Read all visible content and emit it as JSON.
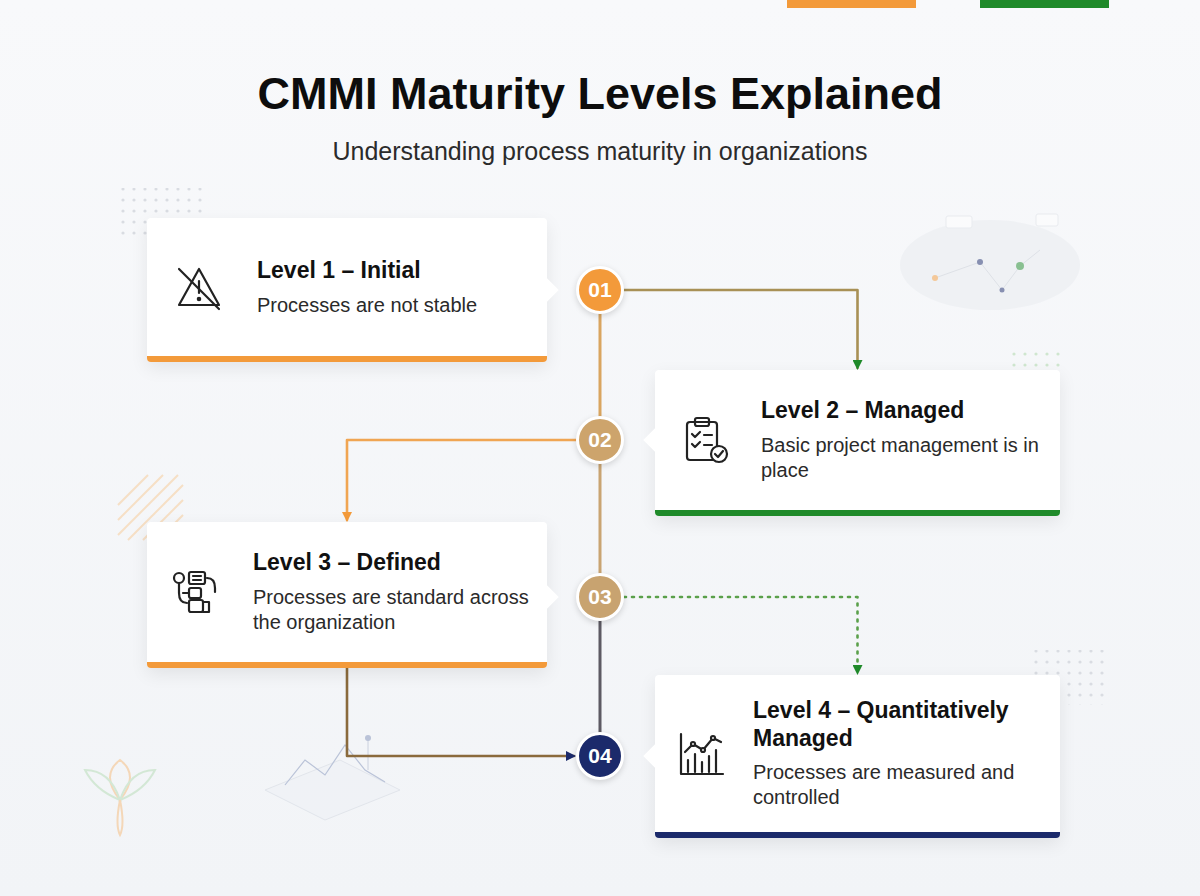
{
  "diagram": {
    "title": "CMMI Maturity Levels Explained",
    "caption": "Understanding process maturity in organizations",
    "nodes": [
      {
        "text": [
          "Level 1 – Initial",
          "Processes are not stable"
        ]
      },
      {
        "text": [
          "01"
        ]
      },
      {
        "text": [
          "02"
        ]
      },
      {
        "text": [
          "Level 2 – Managed",
          "Basic project management is in place"
        ]
      },
      {
        "text": [
          "Level 3 – Defined",
          "Processes are standard across the organization"
        ]
      },
      {
        "text": [
          "03"
        ]
      },
      {
        "text": [
          "04"
        ]
      },
      {
        "text": [
          "Level 4 – Quantitatively Managed",
          "Processes are measured and controlled"
        ]
      }
    ],
    "edges": [
      {
        "from": 1,
        "to": 3,
        "arrow": "to"
      },
      {
        "from": 2,
        "to": 4,
        "arrow": "to"
      },
      {
        "from": 5,
        "to": 7,
        "arrow": "to"
      },
      {
        "from": 4,
        "to": 6,
        "arrow": "to"
      },
      {
        "from": 1,
        "to": 2,
        "arrow": "none"
      },
      {
        "from": 2,
        "to": 5,
        "arrow": "none"
      },
      {
        "from": 5,
        "to": 6,
        "arrow": "none"
      }
    ]
  }
}
